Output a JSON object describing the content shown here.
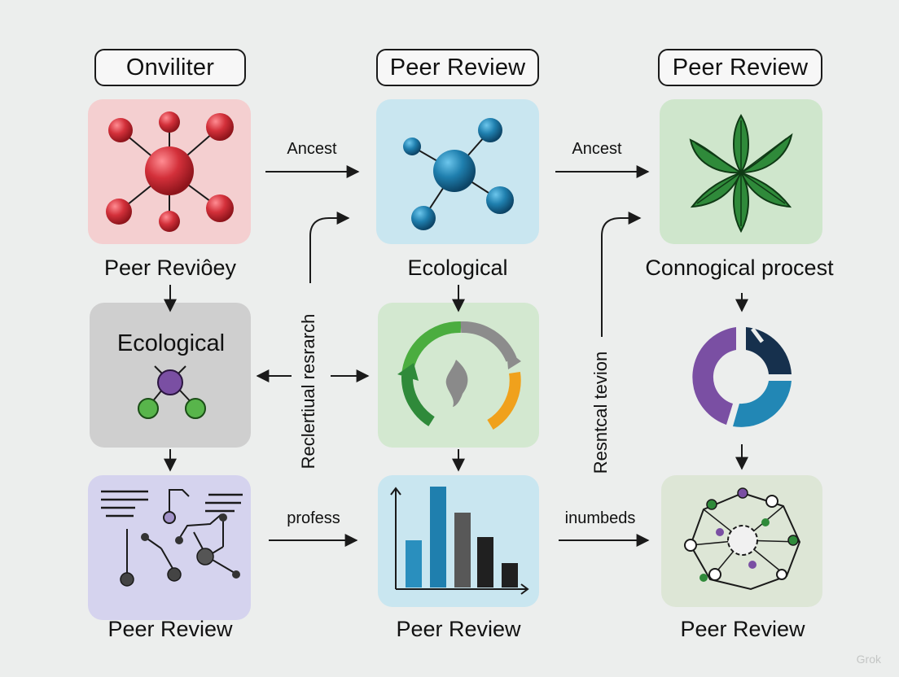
{
  "headers": {
    "col1": "Onviliter",
    "col2": "Peer Review",
    "col3": "Peer Review"
  },
  "node_labels": {
    "r1c1": "Peer Reviôey",
    "r1c2": "Ecological",
    "r1c3": "Connogical procest",
    "r2c1_inner": "Ecological",
    "r3c1": "Peer Review",
    "r3c2": "Peer Review",
    "r3c3": "Peer Review"
  },
  "edge_labels": {
    "top_left": "Ancest",
    "top_right": "Ancest",
    "bottom_left": "profess",
    "bottom_right": "inumbeds",
    "vertical_left": "Reclertiual resrarch",
    "vertical_right": "Resntcal tevion"
  },
  "watermark": "Grok",
  "colors": {
    "background": "#eceeed",
    "tile_red": "#f4cfd0",
    "tile_blue": "#c9e6f0",
    "tile_green": "#cfe6cc",
    "tile_gray": "#cfcfcf",
    "tile_sage": "#d6e4d0",
    "tile_lavender": "#d5d3ee",
    "tile_lightblue": "#c9e6f0",
    "tile_pale": "#dde6d6",
    "red_node": "#cc2a34",
    "blue_node": "#1f7fae",
    "leaf_green": "#2f8a3a",
    "purple": "#7a4fa3",
    "navy": "#16304d",
    "teal": "#2287b5",
    "orange": "#f0a11c"
  },
  "icons": {
    "r1c1": "molecule-red-icon",
    "r1c2": "molecule-blue-icon",
    "r1c3": "leaves-icon",
    "r2c1": "tree-nodes-icon",
    "r2c2": "cycle-icon",
    "r2c3": "donut-chart-icon",
    "r3c1": "network-text-icon",
    "r3c2": "bar-chart-icon",
    "r3c3": "network-ring-icon"
  }
}
